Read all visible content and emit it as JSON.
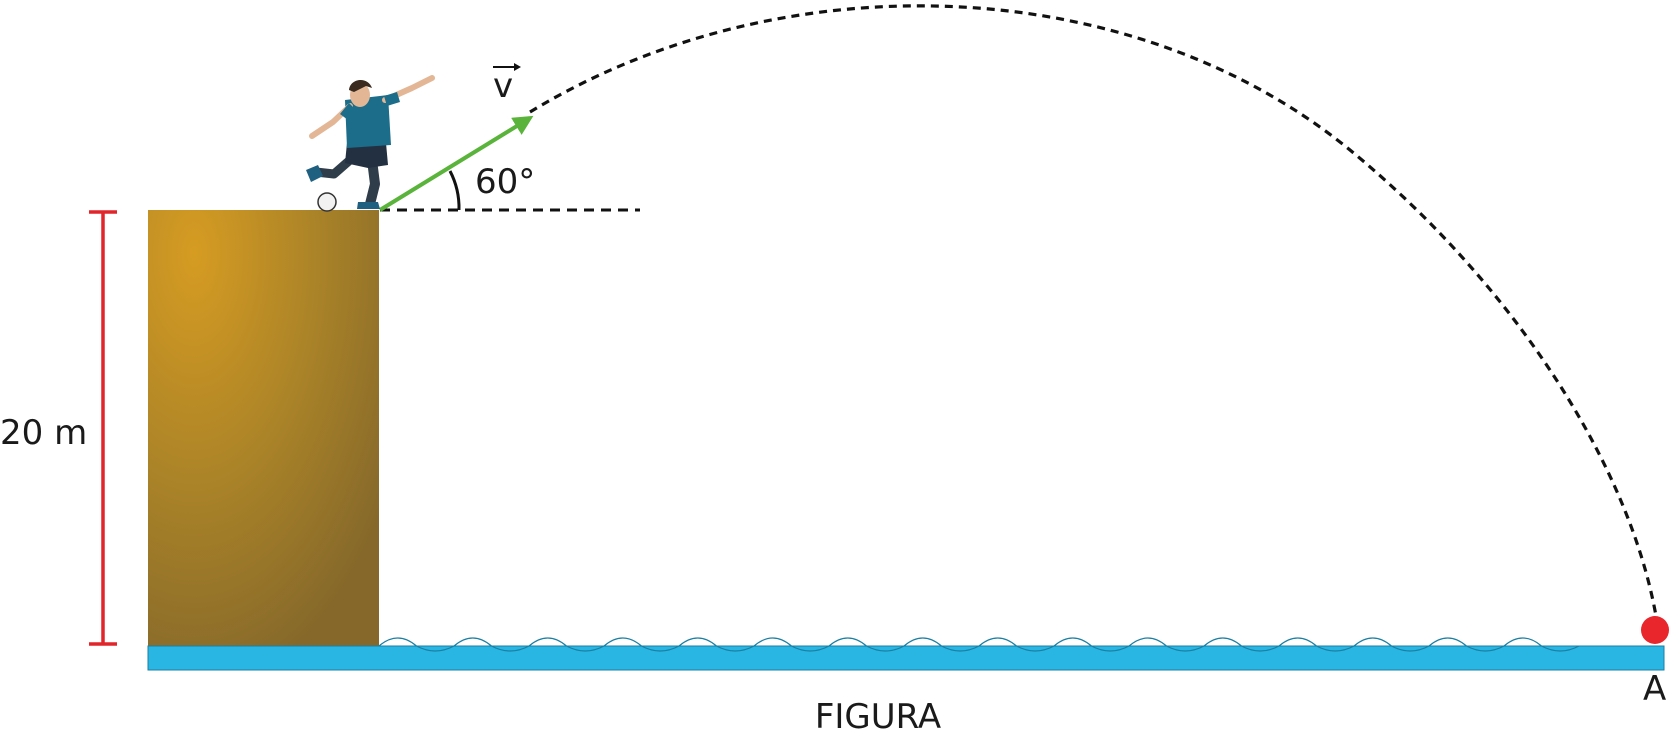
{
  "labels": {
    "height": "20 m",
    "angle": "60°",
    "velocity": "v",
    "point": "A",
    "caption": "FIGURA"
  },
  "colors": {
    "cliff_light": "#d39a22",
    "cliff_dark": "#8a6a27",
    "water": "#29b6e3",
    "water_edge": "#1a7fa3",
    "dimension": "#e0262b",
    "velocity_arrow": "#5ab33a",
    "landing_point": "#e8262b",
    "trajectory": "#111111"
  },
  "icons": [
    "soccer-player-icon",
    "soccer-ball-icon"
  ]
}
